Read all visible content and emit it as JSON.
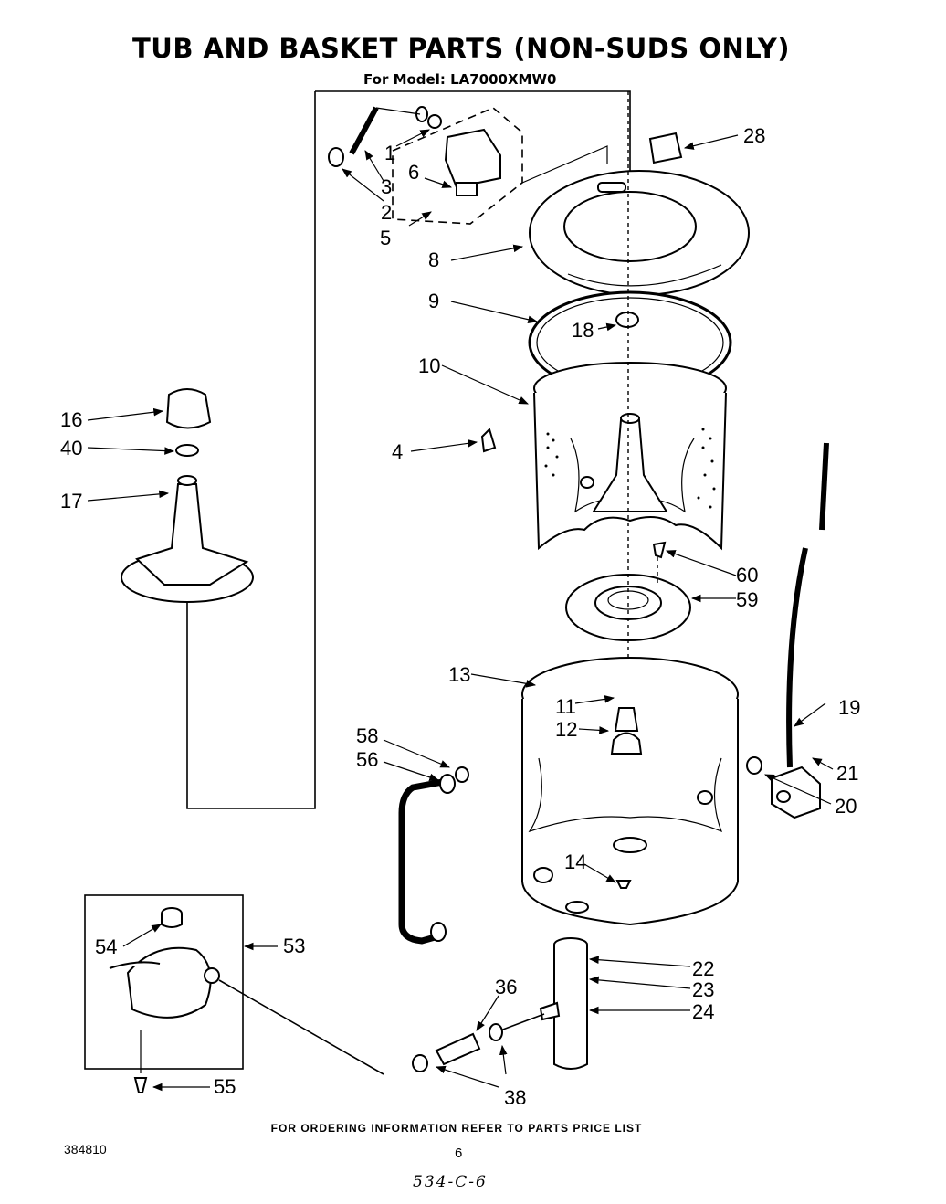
{
  "title": "TUB AND BASKET PARTS (NON-SUDS ONLY)",
  "model_line": "For Model: LA7000XMW0",
  "footer_note": "FOR ORDERING INFORMATION REFER TO PARTS PRICE LIST",
  "doc_number": "384810",
  "page_number": "6",
  "handwritten_note": "534-C-6",
  "callouts": {
    "c1": "1",
    "c2": "2",
    "c3": "3",
    "c4": "4",
    "c5": "5",
    "c6": "6",
    "c8": "8",
    "c9": "9",
    "c10": "10",
    "c11": "11",
    "c12": "12",
    "c13": "13",
    "c14": "14",
    "c16": "16",
    "c17": "17",
    "c18": "18",
    "c19": "19",
    "c20": "20",
    "c21": "21",
    "c22": "22",
    "c23": "23",
    "c24": "24",
    "c28": "28",
    "c36": "36",
    "c38": "38",
    "c40": "40",
    "c53": "53",
    "c54": "54",
    "c55": "55",
    "c56": "56",
    "c58": "58",
    "c59": "59",
    "c60": "60"
  }
}
